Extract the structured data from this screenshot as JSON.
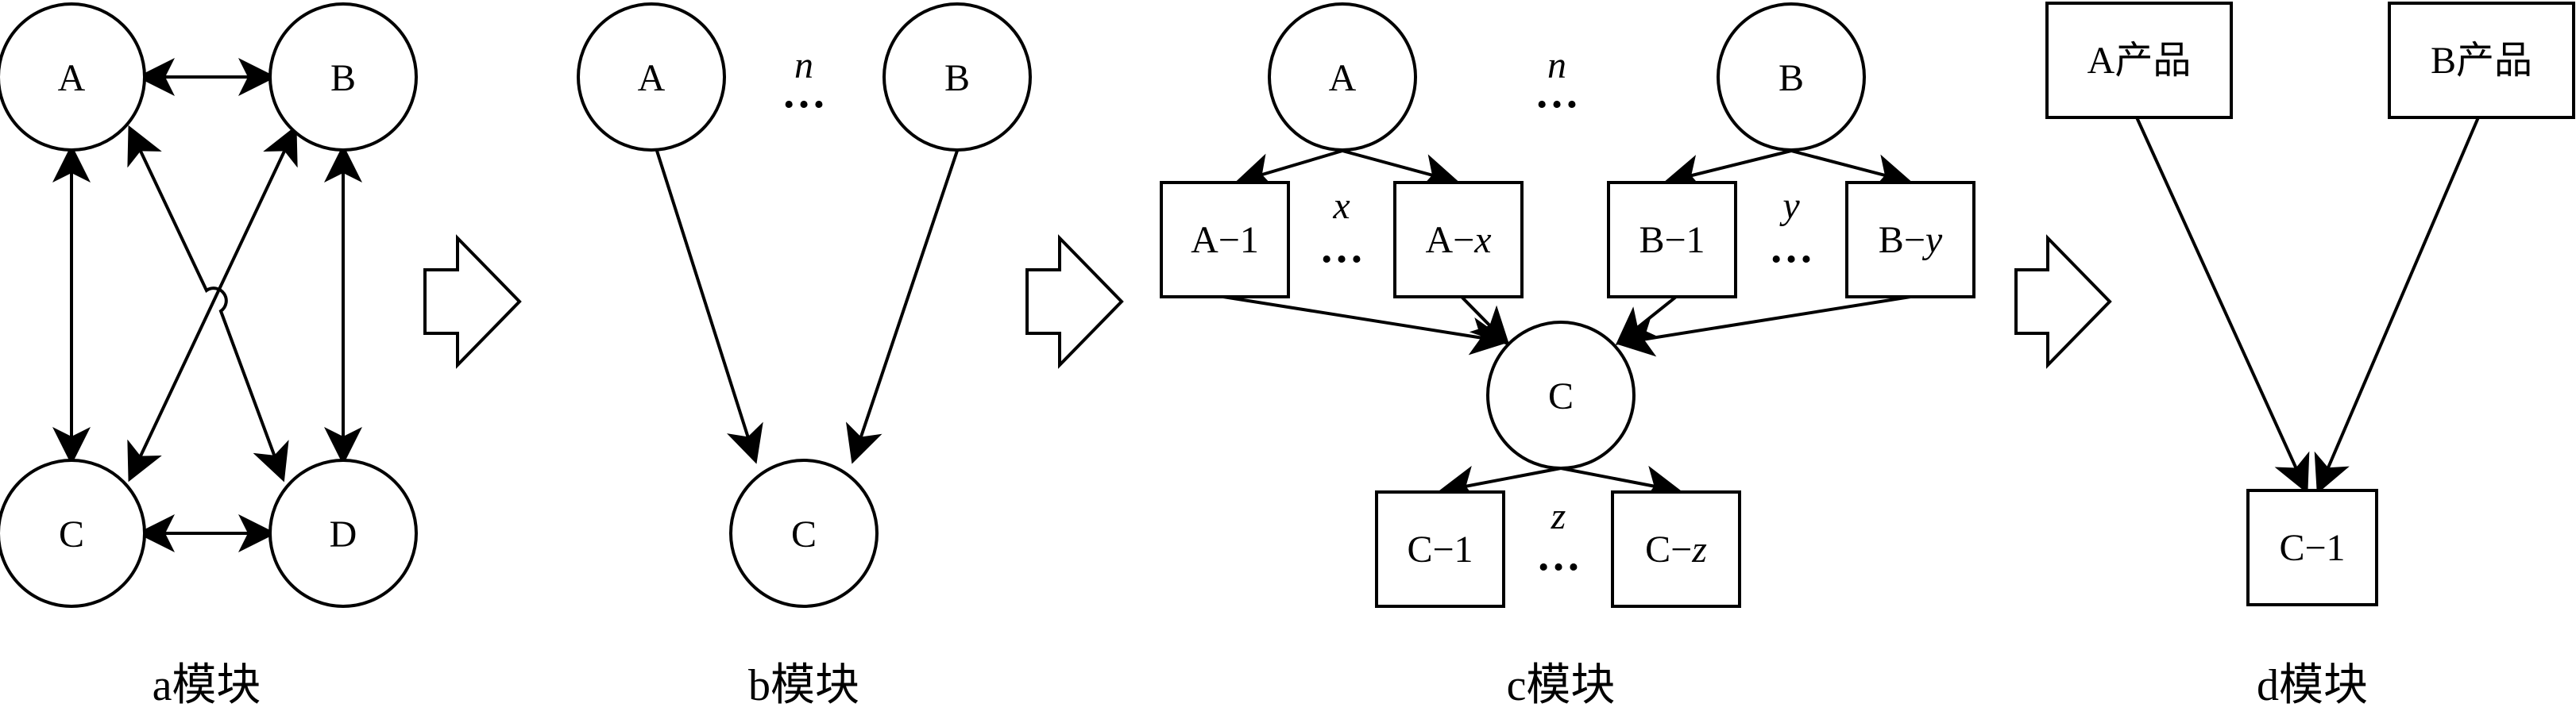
{
  "panels": {
    "a": {
      "caption": "a模块",
      "nodes": {
        "A": "A",
        "B": "B",
        "C": "C",
        "D": "D"
      }
    },
    "b": {
      "caption": "b模块",
      "nodes": {
        "A": "A",
        "B": "B",
        "C": "C"
      },
      "count_label": "n"
    },
    "c": {
      "caption": "c模块",
      "nodes": {
        "A": "A",
        "B": "B",
        "C": "C"
      },
      "boxes": {
        "A1": "A−1",
        "Ax_prefix": "A−",
        "Ax_var": "x",
        "B1": "B−1",
        "By_prefix": "B−",
        "By_var": "y",
        "C1": "C−1",
        "Cz_prefix": "C−",
        "Cz_var": "z"
      },
      "count_labels": {
        "n": "n",
        "x": "x",
        "y": "y",
        "z": "z"
      }
    },
    "d": {
      "caption": "d模块",
      "boxes": {
        "A": "A产品",
        "B": "B产品",
        "C1": "C−1"
      }
    }
  },
  "ellipsis": "…"
}
